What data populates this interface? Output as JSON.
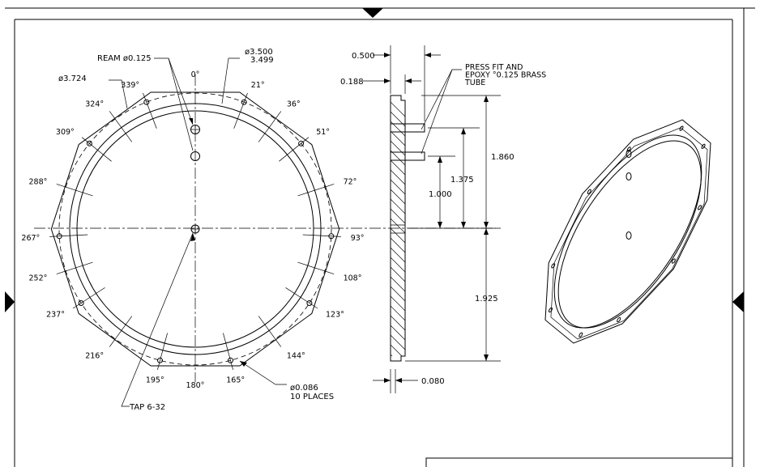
{
  "front_view": {
    "callouts": {
      "ream": "REAM ø0.125",
      "outer_dia": "ø3.724",
      "inner_dia_top": "ø3.500",
      "inner_dia_bottom": "3.499",
      "tap": "TAP 6-32",
      "hole_dia": "ø0.086",
      "hole_count": "10 PLACES"
    },
    "angle_labels": [
      "0°",
      "21°",
      "36°",
      "51°",
      "72°",
      "93°",
      "108°",
      "123°",
      "144°",
      "165°",
      "180°",
      "195°",
      "216°",
      "237°",
      "252°",
      "267°",
      "288°",
      "309°",
      "324°",
      "339°"
    ]
  },
  "side_view": {
    "dims": {
      "width_top": "0.500",
      "offset": "0.188",
      "h1": "1.860",
      "h2": "1.375",
      "h3": "1.000",
      "h4": "1.925",
      "bottom": "0.080"
    },
    "note_lines": [
      "PRESS FIT AND",
      "EPOXY °0.125 BRASS",
      "TUBE"
    ]
  }
}
